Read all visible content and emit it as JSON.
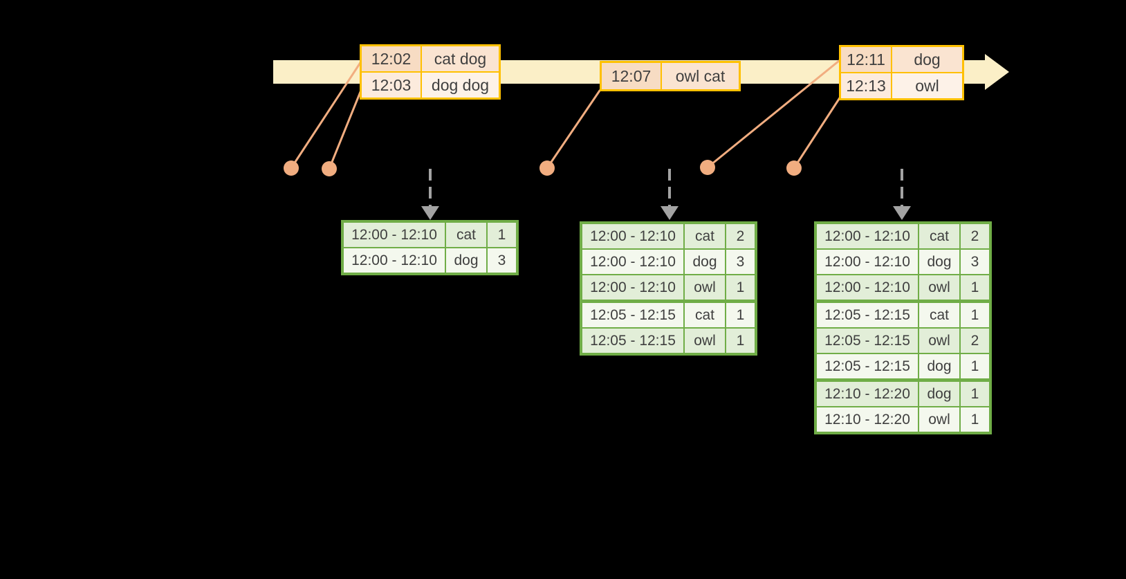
{
  "colors": {
    "background": "#000000",
    "timeline_fill": "#fbefc7",
    "event_table_border": "#ffc000",
    "event_cell_dark_time": "#f7dcc3",
    "event_cell_dark_words": "#fae4d1",
    "event_cell_light_time": "#fcebdd",
    "event_cell_light_words": "#fdf2e8",
    "connector_orange": "#f1ad80",
    "trigger_arrow_gray": "#a3a3a3",
    "result_table_border": "#70ad47",
    "result_cell_dark": "#e2eed8",
    "result_cell_light": "#f4f8ee",
    "text": "#3f3f3f"
  },
  "graphics": {
    "timeline_arrow": "right-pointing-arrow-band",
    "event_dots": 5,
    "trigger_arrows": 3
  },
  "event_tables": [
    {
      "rows": [
        {
          "time": "12:02",
          "words": "cat dog"
        },
        {
          "time": "12:03",
          "words": "dog dog"
        }
      ]
    },
    {
      "rows": [
        {
          "time": "12:07",
          "words": "owl cat"
        }
      ]
    },
    {
      "rows": [
        {
          "time": "12:11",
          "words": "dog"
        },
        {
          "time": "12:13",
          "words": "owl"
        }
      ]
    }
  ],
  "result_tables": [
    {
      "rows": [
        {
          "window": "12:00 - 12:10",
          "word": "cat",
          "count": "1"
        },
        {
          "window": "12:00 - 12:10",
          "word": "dog",
          "count": "3"
        }
      ]
    },
    {
      "rows": [
        {
          "window": "12:00 - 12:10",
          "word": "cat",
          "count": "2"
        },
        {
          "window": "12:00 - 12:10",
          "word": "dog",
          "count": "3"
        },
        {
          "window": "12:00 - 12:10",
          "word": "owl",
          "count": "1"
        },
        {
          "window": "12:05 - 12:15",
          "word": "cat",
          "count": "1"
        },
        {
          "window": "12:05 - 12:15",
          "word": "owl",
          "count": "1"
        }
      ]
    },
    {
      "rows": [
        {
          "window": "12:00 - 12:10",
          "word": "cat",
          "count": "2"
        },
        {
          "window": "12:00 - 12:10",
          "word": "dog",
          "count": "3"
        },
        {
          "window": "12:00 - 12:10",
          "word": "owl",
          "count": "1"
        },
        {
          "window": "12:05 - 12:15",
          "word": "cat",
          "count": "1"
        },
        {
          "window": "12:05 - 12:15",
          "word": "owl",
          "count": "2"
        },
        {
          "window": "12:05 - 12:15",
          "word": "dog",
          "count": "1"
        },
        {
          "window": "12:10 - 12:20",
          "word": "dog",
          "count": "1"
        },
        {
          "window": "12:10 - 12:20",
          "word": "owl",
          "count": "1"
        }
      ]
    }
  ]
}
